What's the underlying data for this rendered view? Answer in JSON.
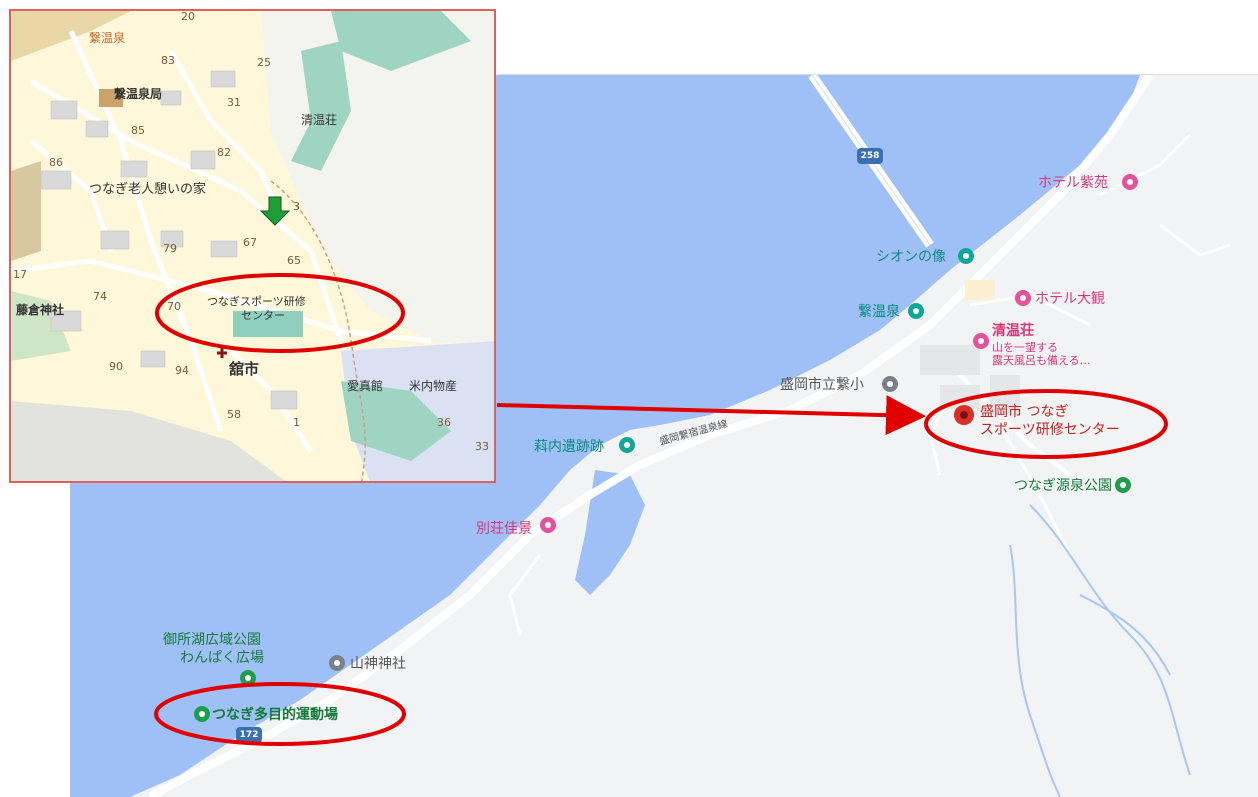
{
  "main_map": {
    "labels": {
      "hotel_shien": "ホテル紫苑",
      "shion_statue": "シオンの像",
      "hotel_taikan": "ホテル大観",
      "tsunagi_onsen": "繋温泉",
      "seionso": "清温荘",
      "seionso_desc1": "山を一望する",
      "seionso_desc2": "露天風呂も備える…",
      "elementary_school": "盛岡市立繋小",
      "sports_center_line1": "盛岡市 つなぎ",
      "sports_center_line2": "スポーツ研修センター",
      "ruins": "萪内遺跡跡",
      "road_name": "盛岡繋宿温泉線",
      "genkyo_park": "つなぎ源泉公園",
      "bessou": "別荘佳景",
      "gosho_park_line1": "御所湖広域公園",
      "gosho_park_line2": "わんぱく広場",
      "yamagami_shrine": "山神神社",
      "multipurpose_field": "つなぎ多目的運動場",
      "route_258": "258",
      "route_172": "172"
    }
  },
  "inset_map": {
    "labels": {
      "tsunagi_onsen": "繋温泉",
      "post_office": "繋温泉局",
      "seionso": "清温荘",
      "elderly_home": "つなぎ老人憩いの家",
      "sports_center_line1": "つなぎスポーツ研修",
      "sports_center_line2": "センター",
      "fujikura_shrine": "藤倉神社",
      "tateichi": "舘市",
      "aishinkan": "愛真館",
      "yonai_bussan": "米内物産"
    },
    "numbers": [
      "83",
      "25",
      "31",
      "85",
      "82",
      "86",
      "3",
      "79",
      "67",
      "65",
      "17",
      "74",
      "70",
      "90",
      "94",
      "58",
      "1",
      "36",
      "33",
      "20"
    ]
  },
  "colors": {
    "water": "#9ec0f7",
    "land": "#f1f3f4",
    "annotation_red": "#e00000",
    "pin_red": "#d93025"
  }
}
